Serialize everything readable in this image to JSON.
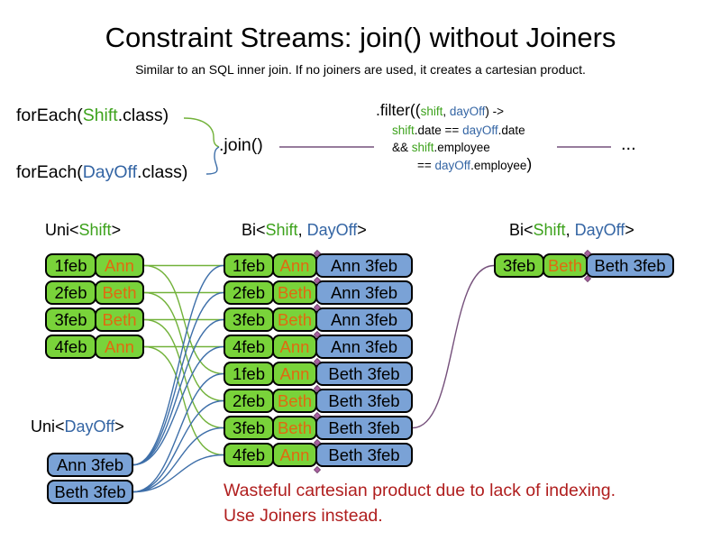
{
  "title": "Constraint Streams: join() without Joiners",
  "subtitle": "Similar to an SQL inner join. If no joiners are used, it creates a cartesian product.",
  "code": {
    "foreach_shift": {
      "pre": "forEach(",
      "cls": "Shift",
      "post": ".class)"
    },
    "foreach_dayoff": {
      "pre": "forEach(",
      "cls": "DayOff",
      "post": ".class)"
    },
    "join_label": ".join()",
    "ellipsis": "...",
    "filter": {
      "head": ".filter((",
      "param1": "shift",
      "comma": ", ",
      "param2": "dayOff",
      "arrow": ") ->",
      "date_shift": "shift",
      "date_mid": ".date == ",
      "date_dayoff": "dayOff",
      "date_end": ".date",
      "emp_amp": "&& ",
      "emp_shift": "shift",
      "emp_end": ".employee",
      "emp2_eq": "== ",
      "emp2_dayoff": "dayOff",
      "emp2_end": ".employee",
      "close": ")"
    }
  },
  "labels": {
    "uni_shift": {
      "pre": "Uni<",
      "name": "Shift",
      "post": ">"
    },
    "uni_dayoff": {
      "pre": "Uni<",
      "name": "DayOff",
      "post": ">"
    },
    "bi_mid": {
      "pre": "Bi<",
      "shift": "Shift",
      "sep": ", ",
      "dayoff": "DayOff",
      "post": ">"
    },
    "bi_right": {
      "pre": "Bi<",
      "shift": "Shift",
      "sep": ", ",
      "dayoff": "DayOff",
      "post": ">"
    }
  },
  "shifts": [
    {
      "date": "1feb",
      "employee": "Ann"
    },
    {
      "date": "2feb",
      "employee": "Beth"
    },
    {
      "date": "3feb",
      "employee": "Beth"
    },
    {
      "date": "4feb",
      "employee": "Ann"
    }
  ],
  "dayoffs": [
    "Ann 3feb",
    "Beth 3feb"
  ],
  "cartesian": [
    {
      "date": "1feb",
      "employee": "Ann",
      "dayoff": "Ann 3feb"
    },
    {
      "date": "2feb",
      "employee": "Beth",
      "dayoff": "Ann 3feb"
    },
    {
      "date": "3feb",
      "employee": "Beth",
      "dayoff": "Ann 3feb"
    },
    {
      "date": "4feb",
      "employee": "Ann",
      "dayoff": "Ann 3feb"
    },
    {
      "date": "1feb",
      "employee": "Ann",
      "dayoff": "Beth 3feb"
    },
    {
      "date": "2feb",
      "employee": "Beth",
      "dayoff": "Beth 3feb"
    },
    {
      "date": "3feb",
      "employee": "Beth",
      "dayoff": "Beth 3feb"
    },
    {
      "date": "4feb",
      "employee": "Ann",
      "dayoff": "Beth 3feb"
    }
  ],
  "filtered": [
    {
      "date": "3feb",
      "employee": "Beth",
      "dayoff": "Beth 3feb"
    }
  ],
  "note": {
    "line1": "Wasteful cartesian product due to lack of indexing.",
    "line2": "Use Joiners instead."
  },
  "colors": {
    "box_green": "#79d33a",
    "box_blue": "#7aa2d6",
    "text_orange": "#e06a10",
    "code_green": "#3da21c",
    "code_blue": "#3465a4",
    "line_green": "#72b23a",
    "line_blue": "#3e6fa9",
    "line_purple": "#75507b",
    "note_red": "#b01e1e",
    "diamond": "#a8609f"
  }
}
